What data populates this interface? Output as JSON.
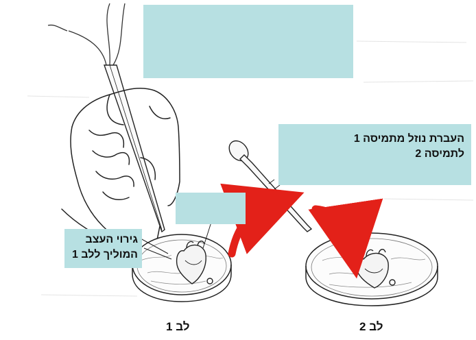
{
  "labels": {
    "transfer": "העברת נוזל מתמיסה 1 לתמיסה 2",
    "transfer_line1": "העברת נוזל מתמיסה 1",
    "transfer_line2": "לתמיסה 2",
    "nerve_line1": "גירוי העצב",
    "nerve_line2": "המוליך ללב 1",
    "heart1": "לב 1",
    "heart2": "לב 2"
  },
  "colors": {
    "box": "#b7e0e2",
    "arrow": "#e32119",
    "ink": "#222222"
  },
  "icons": [
    "electrode-icon",
    "hand-icon",
    "dropper-icon",
    "petri-dish-icon",
    "heart-icon",
    "curved-arrow-icon"
  ]
}
